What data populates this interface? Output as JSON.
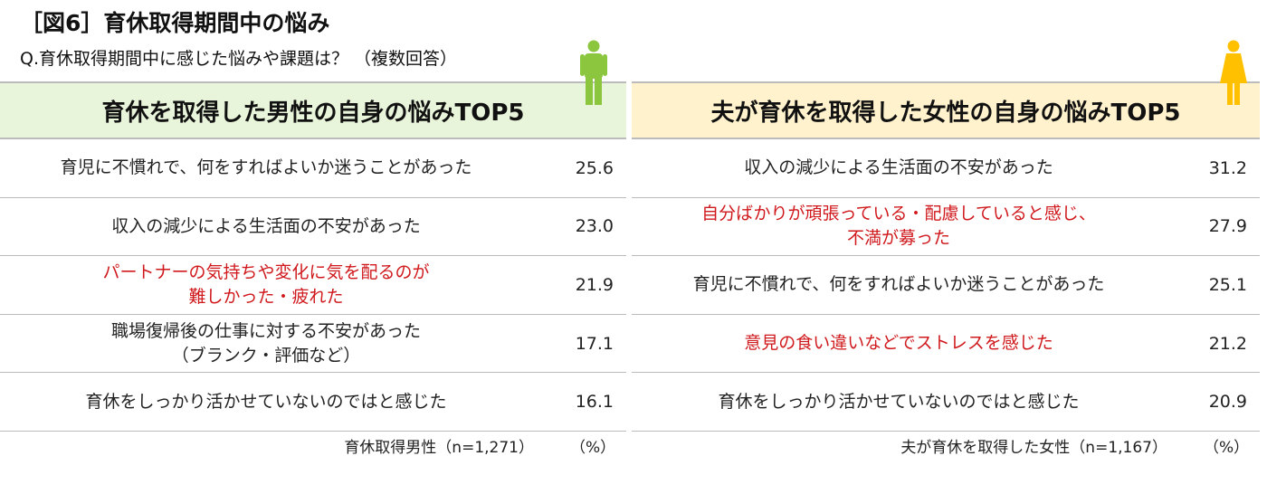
{
  "title": "［図6］育休取得期間中の悩み",
  "question": "Q.育休取得期間中に感じた悩みや課題は？ （複数回答）",
  "colors": {
    "male_header": "#e9f5da",
    "female_header": "#fff2cc",
    "male_icon": "#8cc63f",
    "female_icon": "#ffc000",
    "highlight": "#d0191d"
  },
  "male": {
    "header": "育休を取得した男性の自身の悩みTOP5",
    "icon": "male-person-icon",
    "rows": [
      {
        "line1": "育児に不慣れで、何をすればよいか迷うことがあった",
        "line2": "",
        "value": "25.6",
        "highlight": false
      },
      {
        "line1": "収入の減少による生活面の不安があった",
        "line2": "",
        "value": "23.0",
        "highlight": false
      },
      {
        "line1": "パートナーの気持ちや変化に気を配るのが",
        "line2": "難しかった・疲れた",
        "value": "21.9",
        "highlight": true
      },
      {
        "line1": "職場復帰後の仕事に対する不安があった",
        "line2": "（ブランク・評価など）",
        "value": "17.1",
        "highlight": false
      },
      {
        "line1": "育休をしっかり活かせていないのではと感じた",
        "line2": "",
        "value": "16.1",
        "highlight": false
      }
    ],
    "sample": "育休取得男性（n=1,271）",
    "unit": "（%）"
  },
  "female": {
    "header": "夫が育休を取得した女性の自身の悩みTOP5",
    "icon": "female-person-icon",
    "rows": [
      {
        "line1": "収入の減少による生活面の不安があった",
        "line2": "",
        "value": "31.2",
        "highlight": false
      },
      {
        "line1": "自分ばかりが頑張っている・配慮していると感じ、",
        "line2": "不満が募った",
        "value": "27.9",
        "highlight": true
      },
      {
        "line1": "育児に不慣れで、何をすればよいか迷うことがあった",
        "line2": "",
        "value": "25.1",
        "highlight": false
      },
      {
        "line1": "意見の食い違いなどでストレスを感じた",
        "line2": "",
        "value": "21.2",
        "highlight": true
      },
      {
        "line1": "育休をしっかり活かせていないのではと感じた",
        "line2": "",
        "value": "20.9",
        "highlight": false
      }
    ],
    "sample": "夫が育休を取得した女性（n=1,167）",
    "unit": "（%）"
  }
}
